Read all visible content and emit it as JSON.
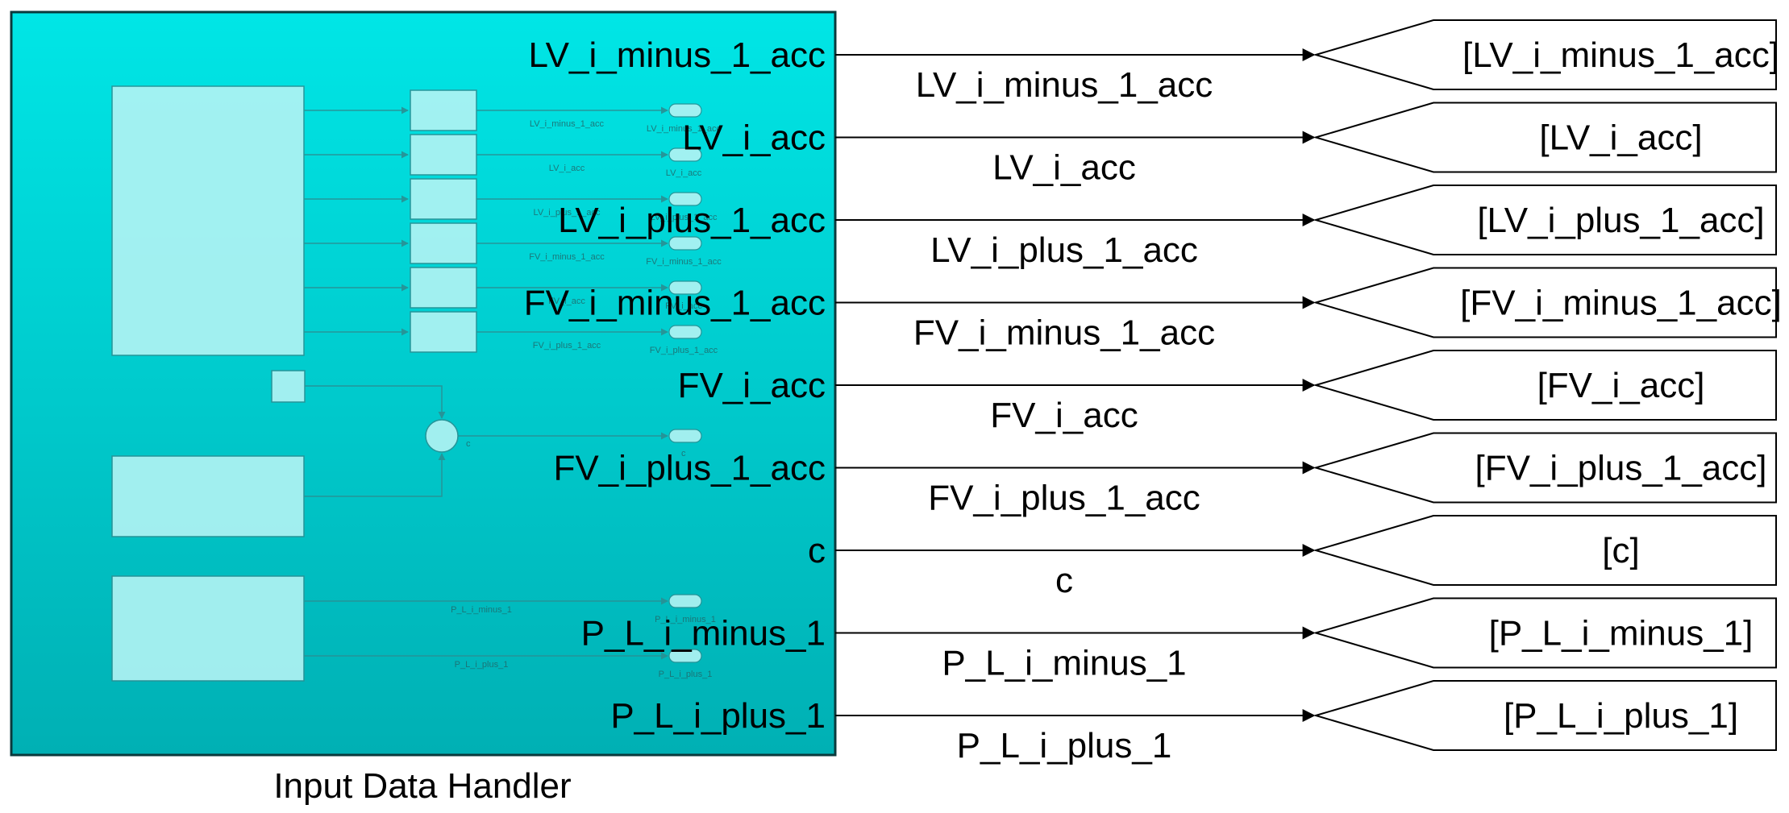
{
  "subsystem": {
    "title": "Input Data Handler"
  },
  "colors": {
    "gradient_top": "#00e6e6",
    "gradient_bottom": "#00b0b4",
    "inner_block": "#b3f4f4",
    "inner_stroke": "#2a8f93",
    "wire": "#000000"
  },
  "ports": [
    {
      "label": "LV_i_minus_1_acc",
      "signal": "LV_i_minus_1_acc",
      "goto": "[LV_i_minus_1_acc]"
    },
    {
      "label": "LV_i_acc",
      "signal": "LV_i_acc",
      "goto": "[LV_i_acc]"
    },
    {
      "label": "LV_i_plus_1_acc",
      "signal": "LV_i_plus_1_acc",
      "goto": "[LV_i_plus_1_acc]"
    },
    {
      "label": "FV_i_minus_1_acc",
      "signal": "FV_i_minus_1_acc",
      "goto": "[FV_i_minus_1_acc]"
    },
    {
      "label": "FV_i_acc",
      "signal": "FV_i_acc",
      "goto": "[FV_i_acc]"
    },
    {
      "label": "FV_i_plus_1_acc",
      "signal": "FV_i_plus_1_acc",
      "goto": "[FV_i_plus_1_acc]"
    },
    {
      "label": "c",
      "signal": "c",
      "goto": "[c]"
    },
    {
      "label": "P_L_i_minus_1",
      "signal": "P_L_i_minus_1",
      "goto": "[P_L_i_minus_1]"
    },
    {
      "label": "P_L_i_plus_1",
      "signal": "P_L_i_plus_1",
      "goto": "[P_L_i_plus_1]"
    }
  ],
  "inner_labels": {
    "wire_labels": [
      "LV_i_minus_1_acc",
      "LV_i_acc",
      "LV_i_plus_1_acc",
      "FV_i_minus_1_acc",
      "FV_i_acc",
      "FV_i_plus_1_acc"
    ],
    "outport_labels": [
      "LV_i_minus_1_acc",
      "LV_i_acc",
      "LV_i_plus_1_acc",
      "FV_i_minus_1_acc",
      "FV_i_acc",
      "FV_i_plus_1_acc"
    ],
    "c_wire": "c",
    "c_out": "c",
    "pl_wires": [
      "P_L_i_minus_1",
      "P_L_i_plus_1"
    ],
    "pl_outs": [
      "P_L_i_minus_1",
      "P_L_i_plus_1"
    ]
  }
}
